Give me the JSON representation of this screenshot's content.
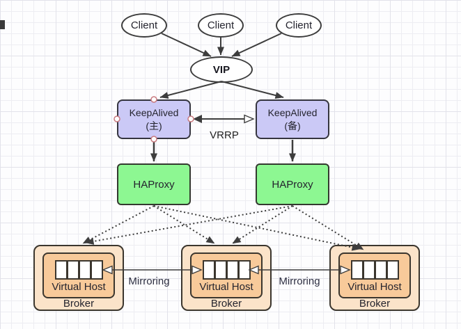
{
  "diagram": {
    "clients": [
      {
        "label": "Client"
      },
      {
        "label": "Client"
      },
      {
        "label": "Client"
      }
    ],
    "vip": {
      "label": "VIP"
    },
    "keepalived": {
      "master": {
        "name": "KeepAlived",
        "role": "(主)"
      },
      "backup": {
        "name": "KeepAlived",
        "role": "(备)"
      }
    },
    "haproxy": {
      "left": {
        "label": "HAProxy"
      },
      "right": {
        "label": "HAProxy"
      }
    },
    "brokers": [
      {
        "virtual_host_label": "Virtual Host",
        "broker_label": "Broker",
        "queue_cells": 4
      },
      {
        "virtual_host_label": "Virtual Host",
        "broker_label": "Broker",
        "queue_cells": 4
      },
      {
        "virtual_host_label": "Virtual Host",
        "broker_label": "Broker",
        "queue_cells": 4
      }
    ],
    "edge_labels": {
      "vrrp": "VRRP",
      "mirroring": [
        "Mirroring",
        "Mirroring"
      ]
    }
  },
  "colors": {
    "keepalived_fill": "#cbc9f6",
    "keepalived_border": "#35353f",
    "haproxy_fill": "#8df792",
    "haproxy_border": "#33392f",
    "broker_outer_fill": "#fbe3c9",
    "broker_inner_fill": "#f8ca9a",
    "broker_border": "#3b362e",
    "line": "#3d3d3d",
    "grid_minor": "#ededf2",
    "grid_major": "#e2e2ea",
    "handle_stroke": "#c97a7f",
    "mirroring_text": "#2d2f42"
  }
}
